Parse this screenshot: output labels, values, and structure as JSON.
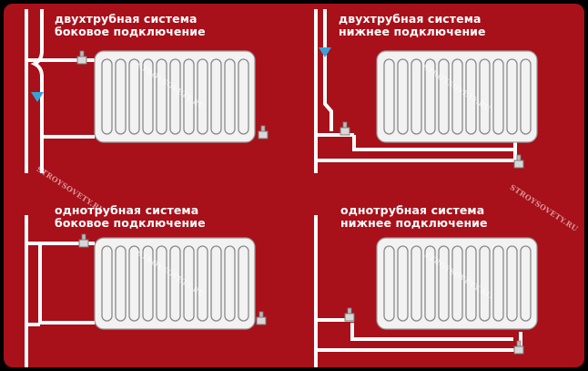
{
  "colors": {
    "background": "#a8101a",
    "pipe": "#ffffff",
    "radiator": "#f2f2f2",
    "flow_arrow": "#3aa0d8"
  },
  "diagrams": [
    {
      "line1": "двухтрубная система",
      "line2": "боковое подключение"
    },
    {
      "line1": "двухтрубная система",
      "line2": "нижнее подключение"
    },
    {
      "line1": "однотрубная система",
      "line2": "боковое подключение"
    },
    {
      "line1": "однотрубная система",
      "line2": "нижнее подключение"
    }
  ],
  "watermark": "STROYSOVETY.RU"
}
